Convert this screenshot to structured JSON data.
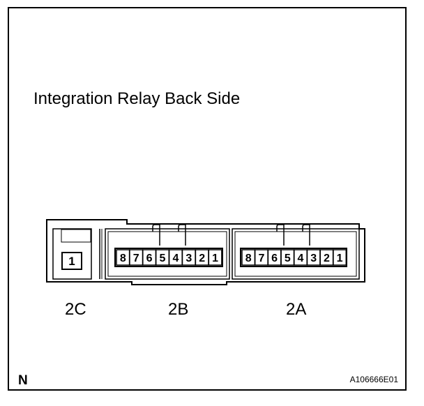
{
  "diagram": {
    "title": "Integration Relay Back Side",
    "connectors": [
      {
        "id": "2C",
        "pins": [
          "1"
        ]
      },
      {
        "id": "2B",
        "pins": [
          "8",
          "7",
          "6",
          "5",
          "4",
          "3",
          "2",
          "1"
        ]
      },
      {
        "id": "2A",
        "pins": [
          "8",
          "7",
          "6",
          "5",
          "4",
          "3",
          "2",
          "1"
        ]
      }
    ],
    "north_marker": "N",
    "figure_id": "A106666E01"
  }
}
